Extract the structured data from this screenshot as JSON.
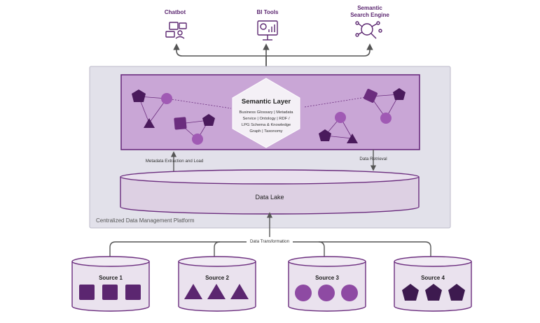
{
  "consumers": [
    {
      "label": "Chatbot",
      "icon": "chatbot-icon"
    },
    {
      "label": "BI Tools",
      "icon": "bi-dashboard-icon"
    },
    {
      "label_lines": [
        "Semantic",
        "Search Engine"
      ],
      "icon": "semantic-search-icon"
    }
  ],
  "semantic_layer": {
    "title": "Semantic Layer",
    "description_lines": [
      "Business Glossary | Metadata",
      "Service | Ontology | RDF /",
      "LPG Schema & Knowledge",
      "Graph | Taxonomy"
    ]
  },
  "flows": {
    "metadata_extraction": "Metadata Extraction and Load",
    "data_retrieval": "Data Retrieval",
    "data_transformation": "Data Transformation"
  },
  "data_lake": {
    "label": "Data Lake"
  },
  "platform": {
    "label": "Centralized Data Management Platform"
  },
  "sources": [
    {
      "label": "Source 1",
      "shape": "square"
    },
    {
      "label": "Source 2",
      "shape": "triangle"
    },
    {
      "label": "Source 3",
      "shape": "circle"
    },
    {
      "label": "Source 4",
      "shape": "pentagon"
    }
  ],
  "colors": {
    "dark_purple": "#4a1a5c",
    "mid_purple": "#6b2d7e",
    "light_purple": "#a05ab4",
    "layer_fill": "#c9a6d6",
    "cylinder_fill": "#ddd0e3",
    "platform_fill": "#e2e1ea",
    "label_purple": "#5b2670"
  }
}
